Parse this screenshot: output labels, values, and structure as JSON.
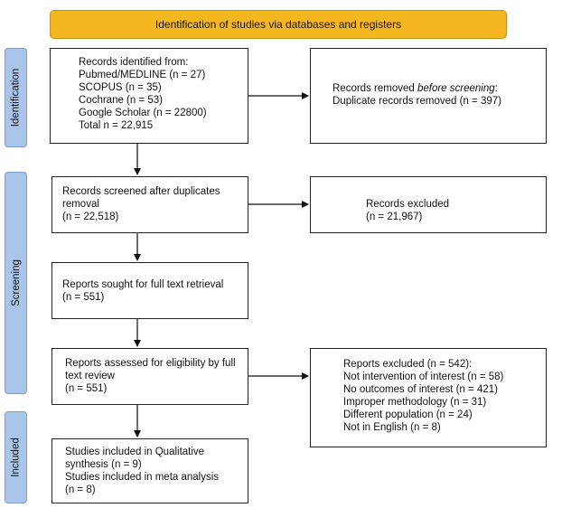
{
  "header": {
    "title": "Identification of studies via databases and registers"
  },
  "phases": {
    "identification": "Identification",
    "screening": "Screening",
    "included": "Included"
  },
  "identified": {
    "title": "Records identified from:",
    "sources": [
      "Pubmed/MEDLINE (n = 27)",
      "SCOPUS (n = 35)",
      "Cochrane (n = 53)",
      "Google Scholar (n = 22800)"
    ],
    "total": "Total n = 22,915"
  },
  "removed": {
    "prefix": "Records removed ",
    "emphasis": "before screening",
    "suffix": ":",
    "detail": "Duplicate records removed  (n = 397)"
  },
  "screened": {
    "text": "Records screened after duplicates removal",
    "count": "(n = 22,518)"
  },
  "excluded": {
    "text": "Records excluded",
    "count": "(n = 21,967)"
  },
  "sought": {
    "text": "Reports sought for full text retrieval",
    "count": "(n = 551)"
  },
  "assessed": {
    "text": "Reports assessed for eligibility by full text review",
    "count": "(n = 551)"
  },
  "reports_excluded": {
    "title": "Reports excluded (n = 542):",
    "reasons": [
      "Not intervention of interest (n = 58)",
      "No outcomes of interest (n = 421)",
      "Improper methodology (n = 31)",
      "Different population (n = 24)",
      "Not in English (n = 8)"
    ]
  },
  "included": {
    "qualitative": "Studies included in Qualitative synthesis (n = 9)",
    "meta": "Studies included in meta analysis",
    "meta_count": "(n = 8)"
  }
}
